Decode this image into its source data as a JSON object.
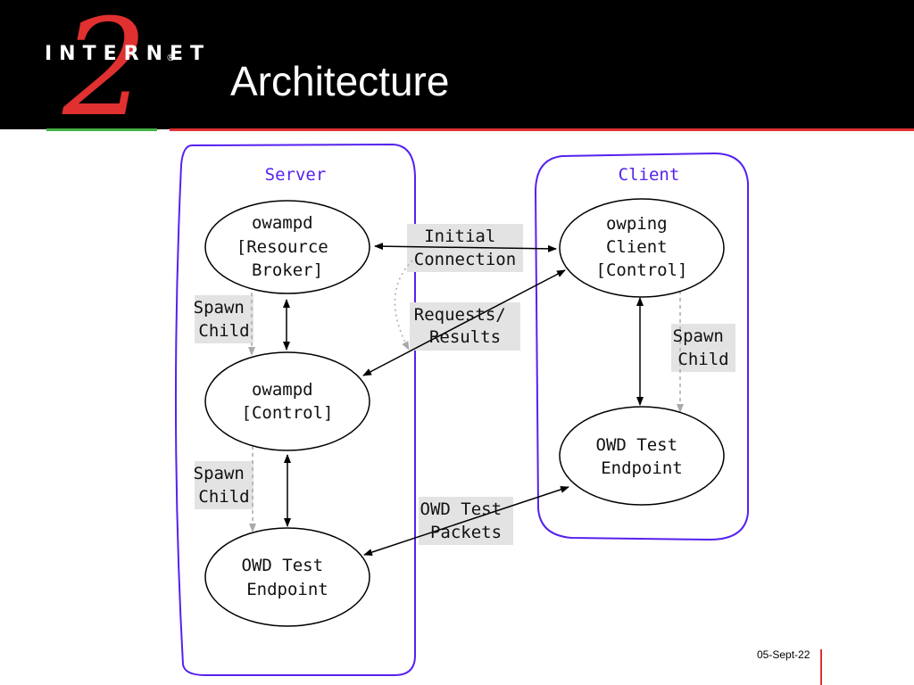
{
  "slide": {
    "title": "Architecture",
    "date": "05-Sept-22"
  },
  "logo": {
    "word": "INTERNET",
    "registered": "®",
    "numeral": "2"
  },
  "colors": {
    "header_bg": "#000000",
    "accent_red": "#e03030",
    "accent_green": "#44b044",
    "group_outline": "#5522ee"
  },
  "diagram": {
    "groups": {
      "server": "Server",
      "client": "Client"
    },
    "nodes": {
      "server_broker": [
        "owampd",
        "[Resource",
        "Broker]"
      ],
      "server_control": [
        "owampd",
        "[Control]"
      ],
      "server_endpoint": [
        "OWD Test",
        "Endpoint"
      ],
      "client_control": [
        "owping",
        "Client",
        "[Control]"
      ],
      "client_endpoint": [
        "OWD Test",
        "Endpoint"
      ]
    },
    "edge_labels": {
      "initial_connection": [
        "Initial",
        "Connection"
      ],
      "requests_results": [
        "Requests/",
        "Results"
      ],
      "owd_test_packets": [
        "OWD Test",
        "Packets"
      ],
      "server_spawn_1": [
        "Spawn",
        "Child"
      ],
      "server_spawn_2": [
        "Spawn",
        "Child"
      ],
      "client_spawn": [
        "Spawn",
        "Child"
      ]
    }
  }
}
